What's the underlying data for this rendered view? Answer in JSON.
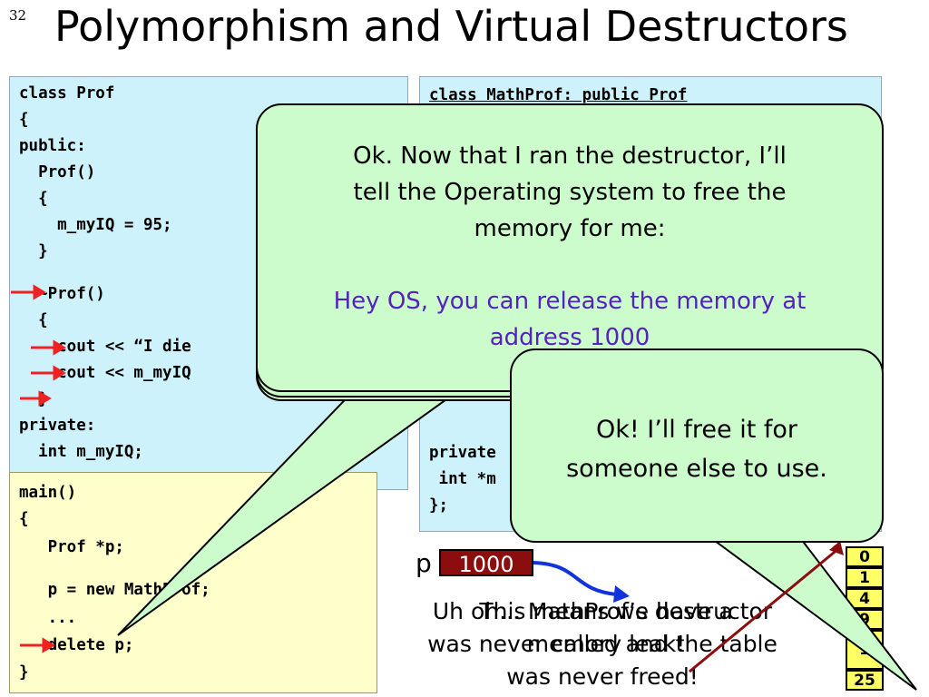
{
  "slide": {
    "number": "32",
    "title": "Polymorphism and Virtual Destructors"
  },
  "prof_code": [
    "class Prof",
    "{",
    "public:",
    "  Prof()",
    "  {",
    "    m_myIQ = 95;",
    "  }",
    "  ~Prof()",
    "  {",
    "    cout << “I die",
    "    cout << m_myIQ",
    "  }",
    "private:",
    "  int m_myIQ;"
  ],
  "mathprof_code": [
    "class MathProf: public Prof",
    "private",
    " int *m",
    "};"
  ],
  "main_code": [
    "main()",
    "{",
    "   Prof *p;",
    "   p = new MathProf;",
    "   ...",
    "   delete p;",
    "}"
  ],
  "bubble1": {
    "line1": "Ok. Now that I ran the destructor, I’ll",
    "line2": "tell the Operating system to free the",
    "line3": "memory for me:",
    "line4": "Hey OS, you can release the memory at",
    "line5": "address 1000"
  },
  "bubble2": {
    "line1": "Ok!  I’ll free it for",
    "line2": "someone else to use."
  },
  "pointer": {
    "label": "p",
    "value": "1000"
  },
  "memory_cells": [
    "0",
    "1",
    "4",
    "9",
    "1",
    "25"
  ],
  "overlap_text": {
    "layer_a": [
      "This means we have a",
      "memory leak!"
    ],
    "layer_b": [
      "Uh oh... MathProf’s destructor",
      "was never called and the table",
      "was never freed!"
    ]
  },
  "colors": {
    "code_bg": "#cdf2fb",
    "main_bg": "#ffffcc",
    "bubble": "#ccfbcc",
    "accent": "#5522bb",
    "pointer": "#8b0d0d",
    "arrow": "#ee2222"
  }
}
